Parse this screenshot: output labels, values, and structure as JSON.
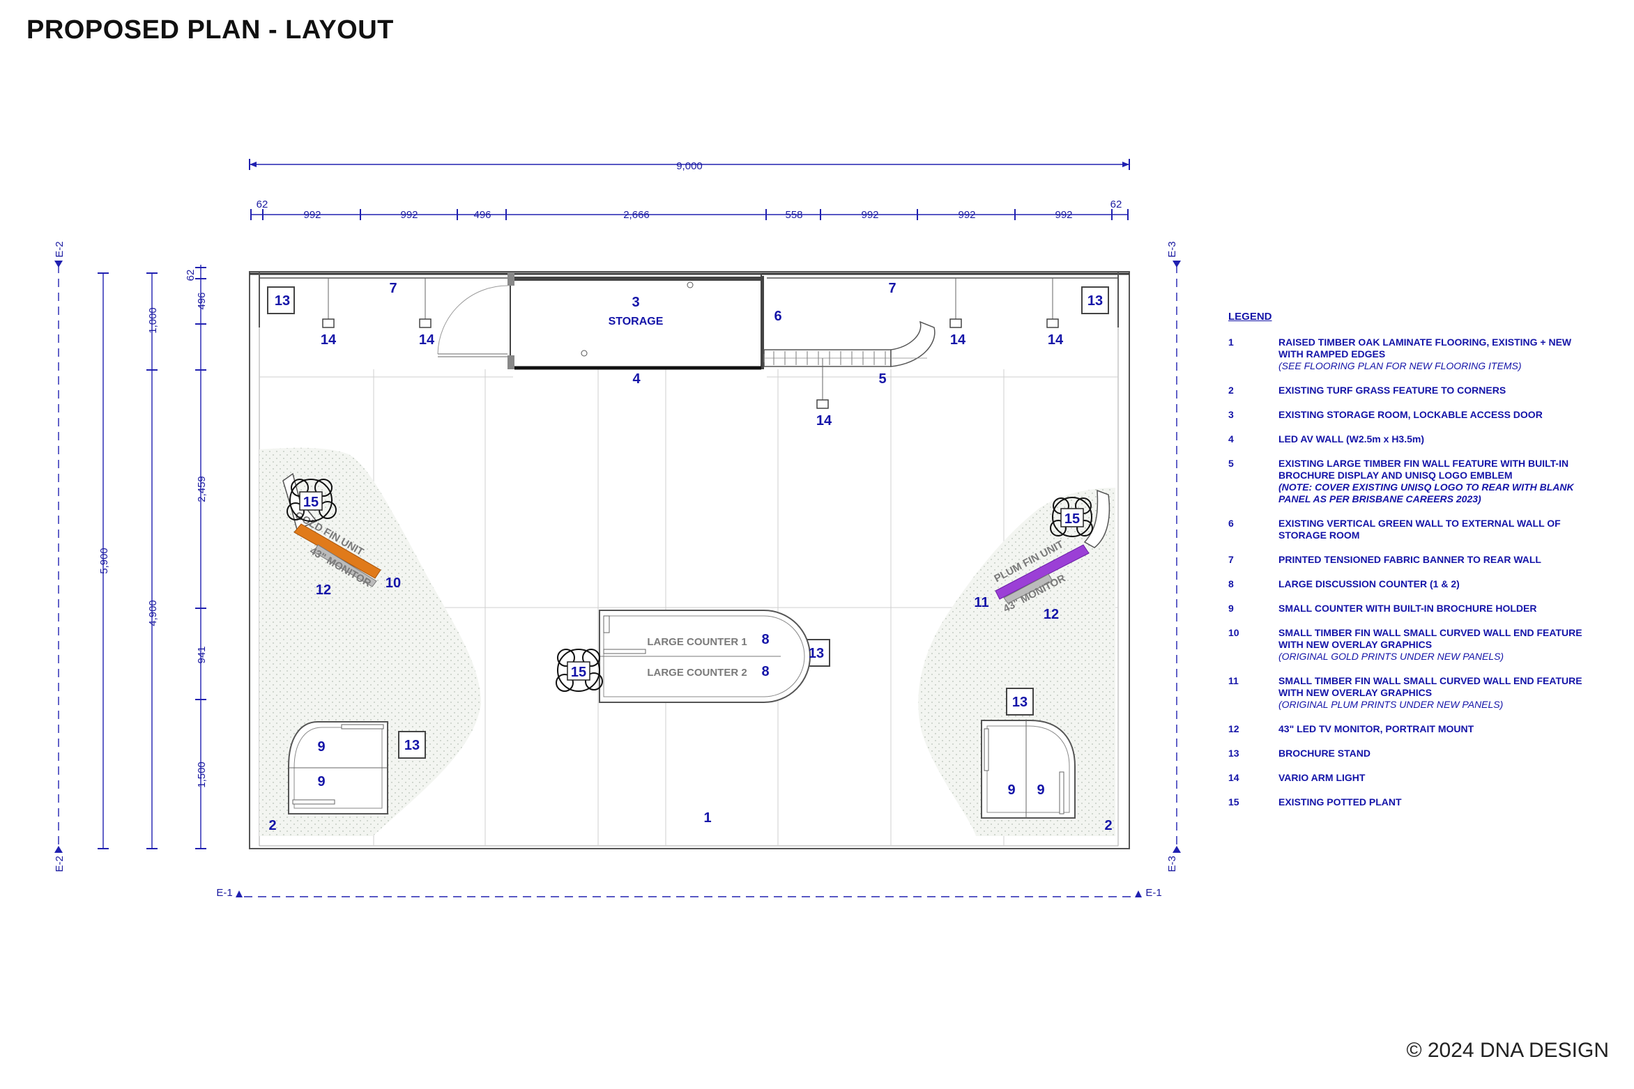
{
  "title": "PROPOSED PLAN - LAYOUT",
  "copyright": "© 2024 DNA DESIGN",
  "dimensions": {
    "overall": "9,000",
    "top": [
      "62",
      "992",
      "992",
      "496",
      "2,666",
      "558",
      "992",
      "992",
      "992",
      "62"
    ],
    "left_overall": "5,900",
    "left_sub_a": "1,000",
    "left_sub_b": "4,900",
    "left_detail": [
      "62",
      "496",
      "2,459",
      "941",
      "1,500"
    ]
  },
  "elevations": {
    "e1": "E-1",
    "e2": "E-2",
    "e3": "E-3"
  },
  "plan_labels": {
    "storage": "STORAGE",
    "large_counter_1": "LARGE COUNTER 1",
    "large_counter_2": "LARGE COUNTER 2",
    "gold_fin_unit": "GOLD FIN UNIT",
    "plum_fin_unit": "PLUM FIN UNIT",
    "monitor_left": "43\" MONITOR",
    "monitor_right": "43\" MONITOR"
  },
  "tags": {
    "t1": "1",
    "t2": "2",
    "t3": "3",
    "t4": "4",
    "t5": "5",
    "t6": "6",
    "t7": "7",
    "t8": "8",
    "t9": "9",
    "t10": "10",
    "t11": "11",
    "t12": "12",
    "t13": "13",
    "t14": "14",
    "t15": "15"
  },
  "legend": {
    "heading": "LEGEND",
    "items": [
      {
        "num": "1",
        "text": "RAISED TIMBER OAK LAMINATE FLOORING, EXISTING + NEW WITH RAMPED EDGES",
        "note": "(SEE FLOORING PLAN FOR NEW FLOORING ITEMS)"
      },
      {
        "num": "2",
        "text": "EXISTING TURF GRASS FEATURE TO CORNERS"
      },
      {
        "num": "3",
        "text": "EXISTING STORAGE ROOM, LOCKABLE ACCESS DOOR"
      },
      {
        "num": "4",
        "text": "LED AV WALL (W2.5m x H3.5m)"
      },
      {
        "num": "5",
        "text": "EXISTING LARGE TIMBER FIN WALL FEATURE WITH BUILT-IN BROCHURE DISPLAY AND UNISQ LOGO EMBLEM",
        "note_bold": "(NOTE: COVER EXISTING UNISQ LOGO TO REAR WITH BLANK PANEL AS PER BRISBANE CAREERS 2023)"
      },
      {
        "num": "6",
        "text": "EXISTING VERTICAL GREEN WALL TO EXTERNAL WALL OF STORAGE ROOM"
      },
      {
        "num": "7",
        "text": "PRINTED TENSIONED FABRIC BANNER TO REAR WALL"
      },
      {
        "num": "8",
        "text": "LARGE DISCUSSION COUNTER (1 & 2)"
      },
      {
        "num": "9",
        "text": "SMALL COUNTER WITH BUILT-IN BROCHURE HOLDER"
      },
      {
        "num": "10",
        "text": "SMALL TIMBER FIN WALL SMALL CURVED WALL END FEATURE WITH NEW OVERLAY GRAPHICS",
        "note": "(ORIGINAL GOLD PRINTS UNDER NEW PANELS)"
      },
      {
        "num": "11",
        "text": "SMALL TIMBER FIN WALL SMALL CURVED WALL END FEATURE WITH NEW OVERLAY GRAPHICS",
        "note": "(ORIGINAL PLUM PRINTS UNDER NEW PANELS)"
      },
      {
        "num": "12",
        "text": "43\" LED TV MONITOR, PORTRAIT MOUNT"
      },
      {
        "num": "13",
        "text": "BROCHURE STAND"
      },
      {
        "num": "14",
        "text": "VARIO ARM LIGHT"
      },
      {
        "num": "15",
        "text": "EXISTING POTTED PLANT"
      }
    ]
  },
  "colors": {
    "annotation": "#1414a8",
    "gold_fin": "#e07a1a",
    "plum_fin": "#9b3fd6",
    "turf": "#f1f3ef"
  }
}
